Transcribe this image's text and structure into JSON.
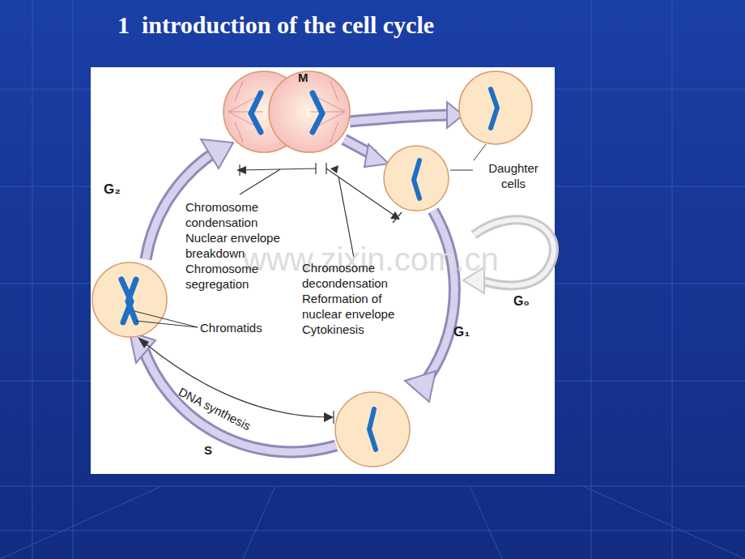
{
  "diagram": {
    "title": "1  introduction of the cell cycle",
    "labels": [
      "M",
      "Daughter cells",
      "G₂",
      "Chromosome condensation",
      "Nuclear envelope breakdown",
      "Chromosome segregation",
      "Chromosome decondensation",
      "Reformation of nuclear envelope",
      "Cytokinesis",
      "Chromatids",
      "DNA synthesis",
      "S",
      "G₁",
      "G₀",
      "www.zixin.com.cn"
    ]
  }
}
